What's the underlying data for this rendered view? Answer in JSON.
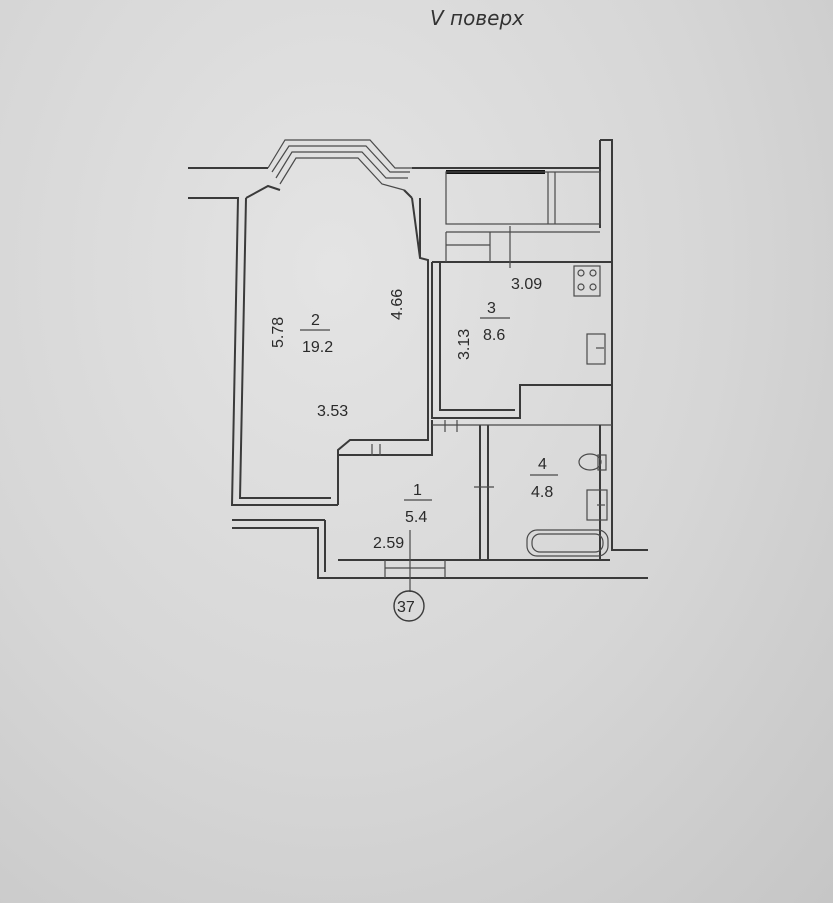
{
  "floor_title": "V  поверх",
  "plan_number": "37",
  "rooms": [
    {
      "id": "1",
      "area": "5.4"
    },
    {
      "id": "2",
      "area": "19.2"
    },
    {
      "id": "3",
      "area": "8.6"
    },
    {
      "id": "4",
      "area": "4.8"
    }
  ],
  "dimensions": {
    "d_5_78": "5.78",
    "d_4_66": "4.66",
    "d_3_53": "3.53",
    "d_3_13": "3.13",
    "d_3_09": "3.09",
    "d_2_59": "2.59"
  },
  "colors": {
    "ink": "#3a3a3a",
    "paper": "#d9d9d9"
  }
}
